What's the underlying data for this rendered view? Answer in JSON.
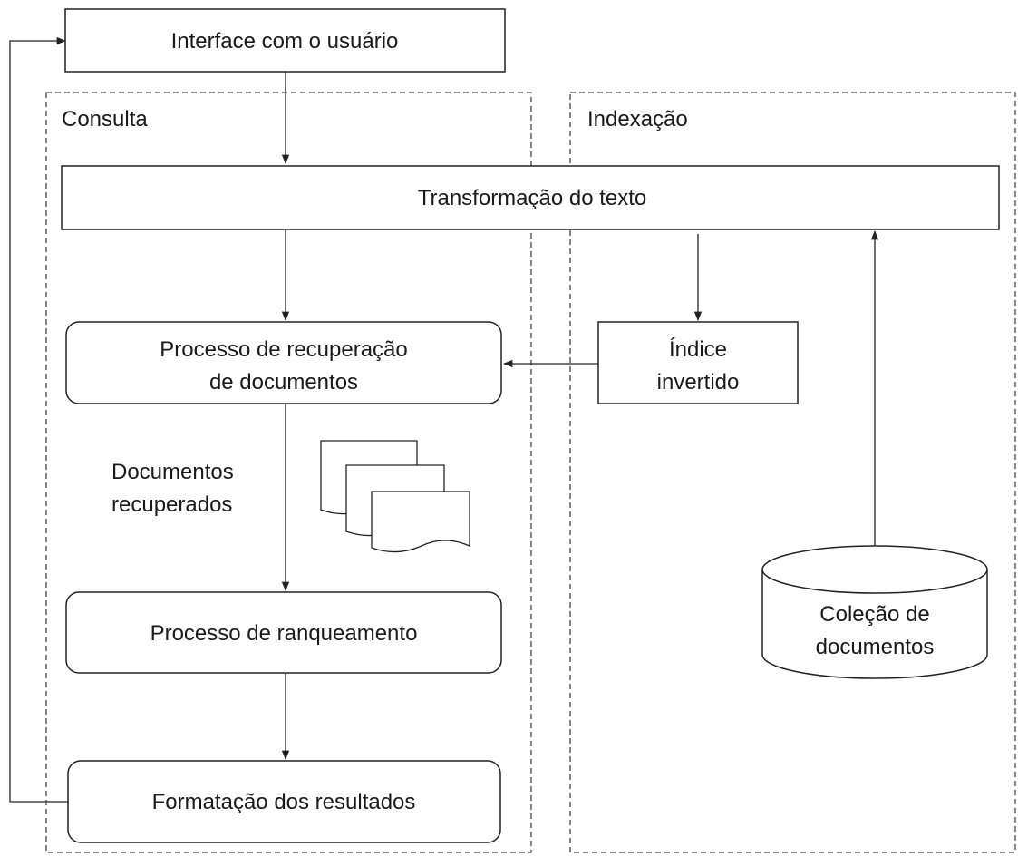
{
  "groups": {
    "consulta": "Consulta",
    "indexacao": "Indexação"
  },
  "nodes": {
    "interface": "Interface com o usuário",
    "transformacao": "Transformação do texto",
    "recuperacao": [
      "Processo de recuperação",
      "de documentos"
    ],
    "indice": [
      "Índice",
      "invertido"
    ],
    "ranqueamento": "Processo de ranqueamento",
    "formatacao": "Formatação dos resultados",
    "colecao": [
      "Coleção de",
      "documentos"
    ]
  },
  "edge_labels": {
    "documentos_recuperados": [
      "Documentos",
      "recuperados"
    ]
  },
  "icons": {
    "documents_stack": "documents-stack-icon",
    "database": "database-cylinder-icon"
  }
}
